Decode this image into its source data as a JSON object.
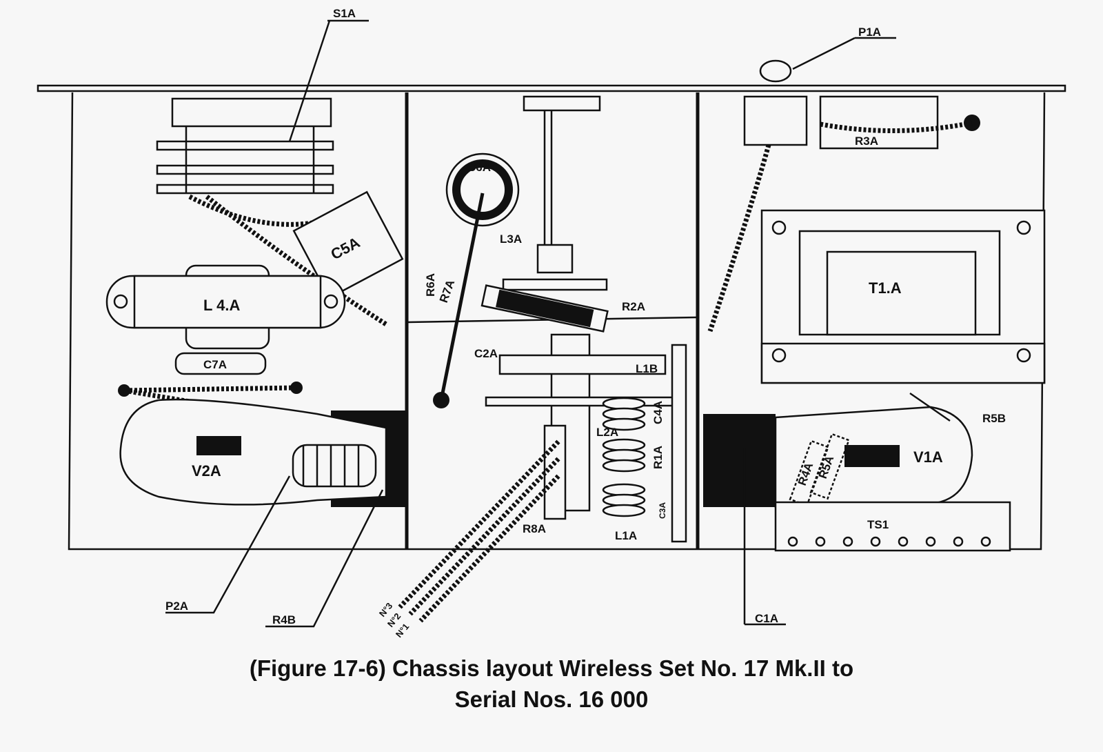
{
  "labels": {
    "s1a": "S1A",
    "p1a": "P1A",
    "c6a": "C6A",
    "c5a": "C5A",
    "l3a": "L3A",
    "r6a": "R6A",
    "r7a": "R7A",
    "r2a": "R2A",
    "r3a": "R3A",
    "l4a": "L 4.A",
    "t1a": "T1.A",
    "c7a": "C7A",
    "c2a": "C2A",
    "l1b": "L1B",
    "c4a": "C4A",
    "l2a": "L2A",
    "r1a": "R1A",
    "c3a": "C3A",
    "l1a": "L1A",
    "r8a": "R8A",
    "v2a": "V2A",
    "v1a": "V1A",
    "r4a": "R4A",
    "r5a": "R5A",
    "r5b": "R5B",
    "ts1": "TS1",
    "p2a": "P2A",
    "r4b": "R4B",
    "c1a": "C1A",
    "n1": "N°1",
    "n2": "N°2",
    "n3": "N°3"
  },
  "caption": {
    "line1": "(Figure 17-6) Chassis layout Wireless Set No. 17 Mk.II to",
    "line2": "Serial Nos. 16 000"
  }
}
